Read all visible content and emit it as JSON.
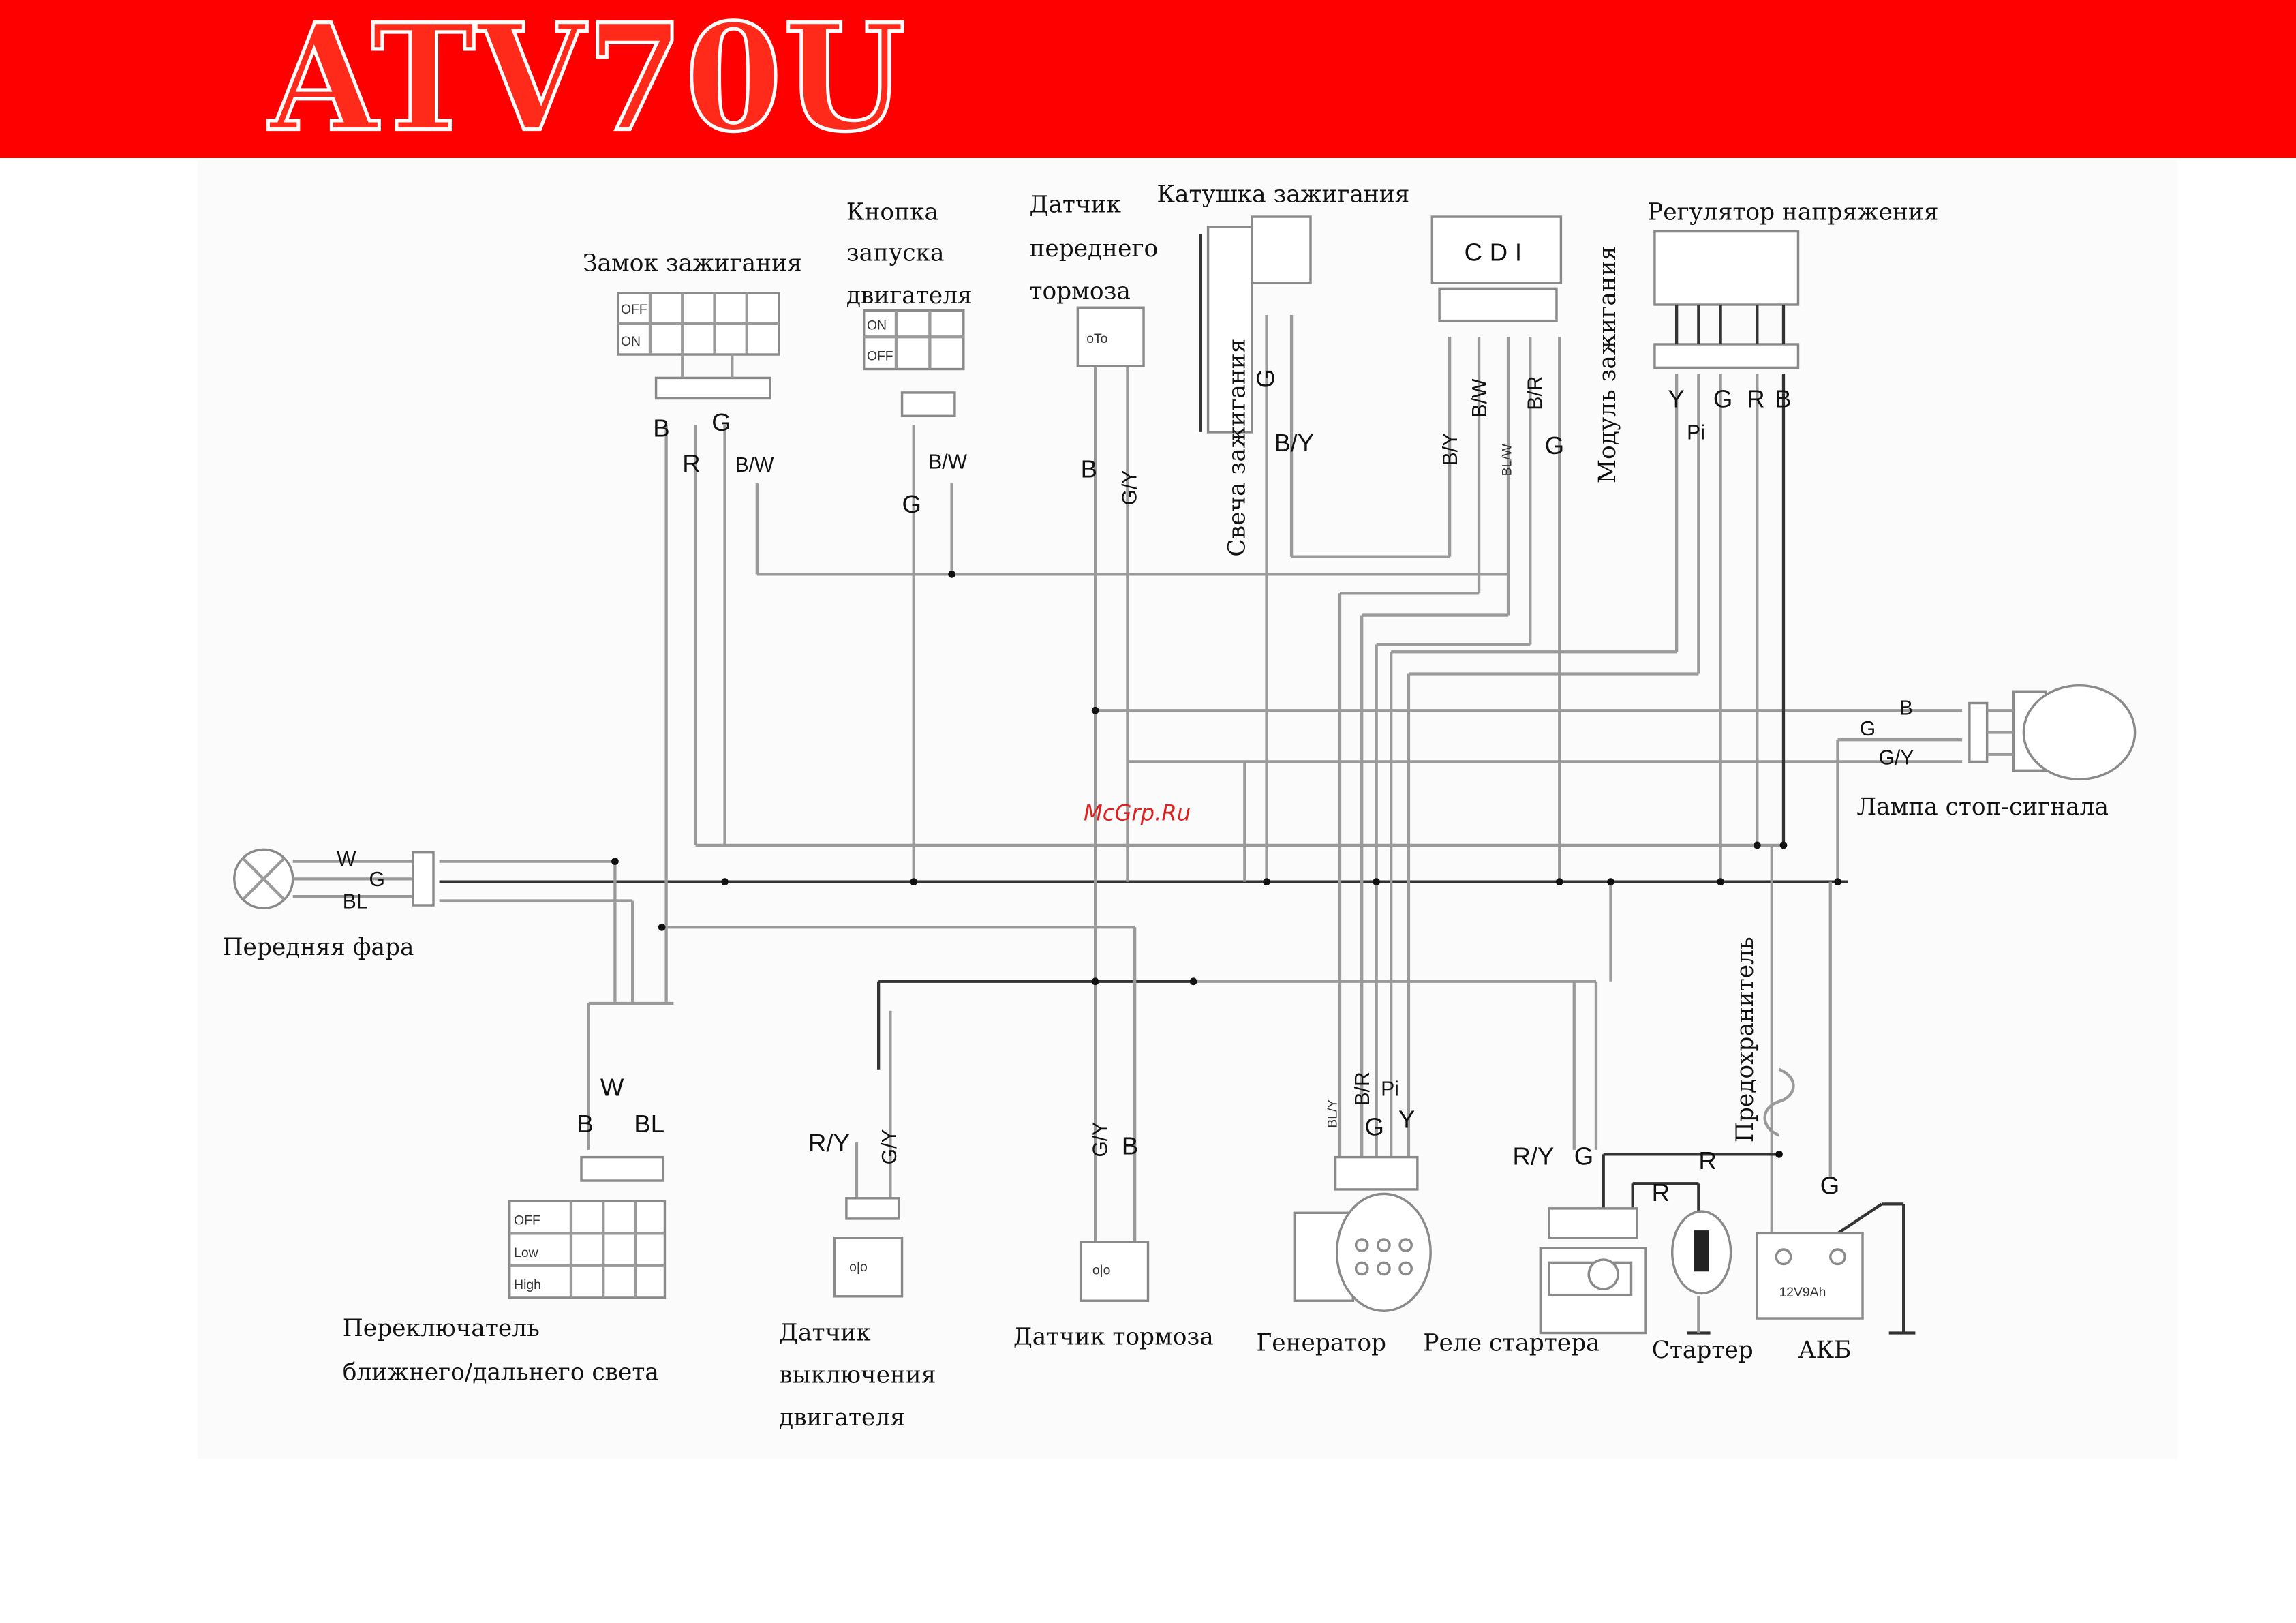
{
  "header": {
    "title": "ATV70U",
    "background_color": "#ff0000"
  },
  "watermark": "McGrp.Ru",
  "components": {
    "ignition_lock": "Замок зажигания",
    "start_button": [
      "Кнопка",
      "запуска",
      "двигателя"
    ],
    "front_brake_sensor": [
      "Датчик",
      "переднего",
      "тормоза"
    ],
    "ignition_coil": "Катушка зажигания",
    "spark_plug": "Свеча зажигания",
    "cdi": "CDI",
    "ignition_module": "Модуль зажигания",
    "voltage_regulator": "Регулятор напряжения",
    "brake_light": "Лампа стоп-сигнала",
    "headlight": "Передняя фара",
    "light_switch": [
      "Переключатель",
      "ближнего/дальнего света"
    ],
    "kill_switch": [
      "Датчик",
      "выключения",
      "двигателя"
    ],
    "rear_brake_sensor": "Датчик тормоза",
    "generator": "Генератор",
    "starter_relay": "Реле стартера",
    "fuse": "Предохранитель",
    "starter": "Стартер",
    "battery": "АКБ",
    "battery_rating": "12V9Ah"
  },
  "switch_tables": {
    "ignition_lock_rows": [
      "OFF",
      "ON"
    ],
    "start_button_rows": [
      "ON",
      "OFF"
    ],
    "light_switch_rows": [
      "OFF",
      "Low",
      "High"
    ]
  },
  "wire_labels": {
    "ignition_lock": [
      "B",
      "G",
      "R",
      "B/W"
    ],
    "start_button": [
      "B/W",
      "G"
    ],
    "front_brake": [
      "B",
      "G/Y"
    ],
    "ignition_coil": [
      "G",
      "B/Y"
    ],
    "cdi": [
      "B/Y",
      "B/W",
      "BL/W",
      "B/R",
      "G"
    ],
    "regulator": [
      "Y",
      "Pi",
      "G",
      "R",
      "B"
    ],
    "brake_light": [
      "B",
      "G",
      "G/Y"
    ],
    "headlight": [
      "W",
      "G",
      "BL"
    ],
    "light_switch": [
      "W",
      "B",
      "BL"
    ],
    "kill_switch": [
      "R/Y",
      "G/Y"
    ],
    "rear_brake": [
      "G/Y",
      "B"
    ],
    "generator": [
      "BL/Y",
      "B/R",
      "Pi",
      "G",
      "Y"
    ],
    "starter_relay": [
      "R/Y",
      "G",
      "R",
      "R"
    ],
    "battery": [
      "G"
    ]
  }
}
